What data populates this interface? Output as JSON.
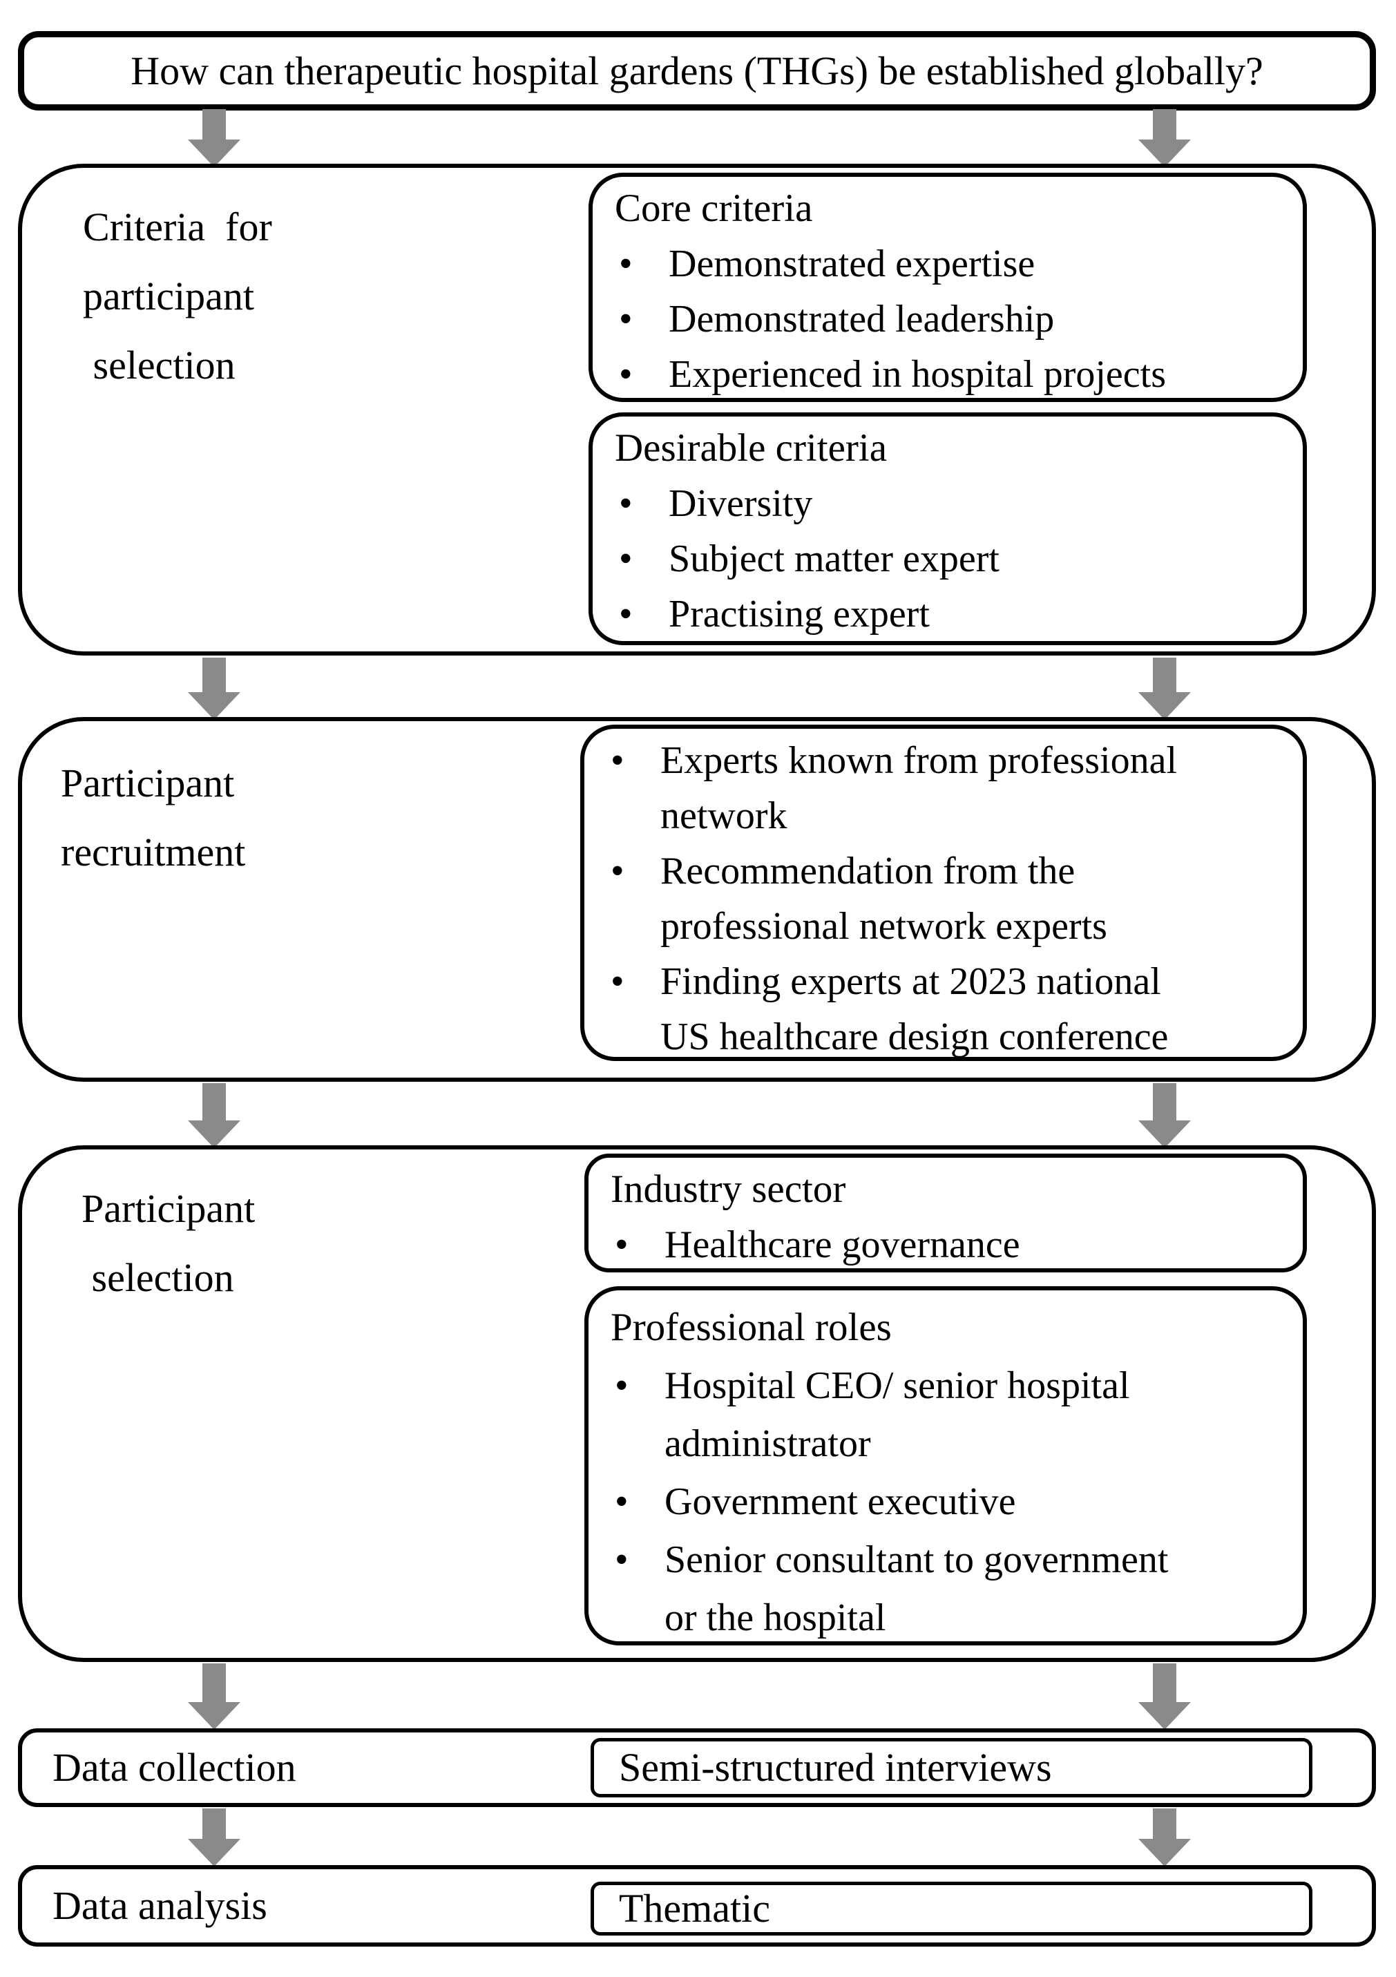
{
  "colors": {
    "border": "#000000",
    "arrow": "#8a8a8a",
    "background": "#ffffff",
    "text": "#000000"
  },
  "question": "How can therapeutic hospital gardens (THGs) be established globally?",
  "criteria": {
    "label": "Criteria  for\nparticipant\n selection",
    "core": {
      "title": "Core criteria",
      "bullets": [
        "Demonstrated expertise",
        "Demonstrated leadership",
        "Experienced in hospital projects"
      ]
    },
    "desirable": {
      "title": "Desirable criteria",
      "bullets": [
        "Diversity",
        "Subject matter expert",
        "Practising expert"
      ]
    }
  },
  "recruitment": {
    "label": "Participant\nrecruitment",
    "bullets": [
      "Experts known from professional\nnetwork",
      "Recommendation from the\nprofessional network experts",
      "Finding experts at 2023 national\nUS healthcare design conference"
    ]
  },
  "selection": {
    "label": "Participant\n selection",
    "industry": {
      "title": "Industry sector",
      "bullets": [
        "Healthcare governance"
      ]
    },
    "roles": {
      "title": "Professional roles",
      "bullets": [
        "Hospital CEO/ senior hospital\nadministrator",
        "Government executive",
        "Senior consultant to government\nor the hospital"
      ]
    }
  },
  "data_collection": {
    "label": "Data collection",
    "method": "Semi-structured interviews"
  },
  "data_analysis": {
    "label": "Data analysis",
    "method": "Thematic"
  }
}
